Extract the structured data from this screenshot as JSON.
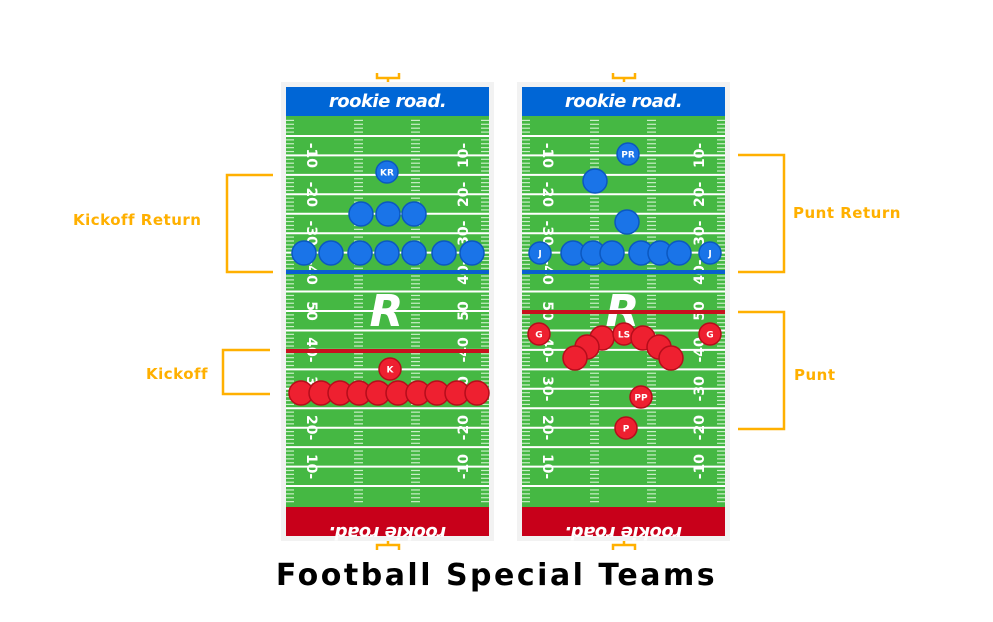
{
  "title": "Football Special Teams",
  "colors": {
    "field_green": "#45b843",
    "top_endzone": "#0066d6",
    "bottom_endzone": "#c8001a",
    "receiving_team": "#1a74e8",
    "kicking_team": "#ee2030",
    "annotation": "#ffb000",
    "receiving_line": "#0a5fd0",
    "kicking_line": "#c8101e"
  },
  "brand": {
    "endzone_text": "rookie road.",
    "logo": "R"
  },
  "yard_numbers": {
    "left": [
      "-10",
      "-20",
      "-30",
      "-40",
      "50",
      "40-",
      "30-",
      "20-",
      "10-"
    ],
    "right": [
      "10-",
      "20-",
      "30-",
      "40-",
      "50",
      "-40",
      "-30",
      "-20",
      "-10"
    ]
  },
  "fields": [
    {
      "name": "kickoff",
      "annotations": [
        {
          "label": "Kickoff Return",
          "side": "left"
        },
        {
          "label": "Kickoff",
          "side": "left"
        }
      ],
      "receiving_players": [
        "KR",
        "",
        "",
        "",
        "",
        "",
        "",
        "",
        "",
        "",
        ""
      ],
      "kicking_players": [
        "K",
        "",
        "",
        "",
        "",
        "",
        "",
        "",
        "",
        "",
        ""
      ]
    },
    {
      "name": "punt",
      "annotations": [
        {
          "label": "Punt Return",
          "side": "right"
        },
        {
          "label": "Punt",
          "side": "right"
        }
      ],
      "receiving_players": [
        "PR",
        "",
        "",
        "J",
        "",
        "",
        "",
        "",
        "",
        "",
        "J"
      ],
      "kicking_players": [
        "G",
        "",
        "LS",
        "",
        "",
        "",
        "",
        "",
        "G",
        "PP",
        "P"
      ]
    }
  ]
}
